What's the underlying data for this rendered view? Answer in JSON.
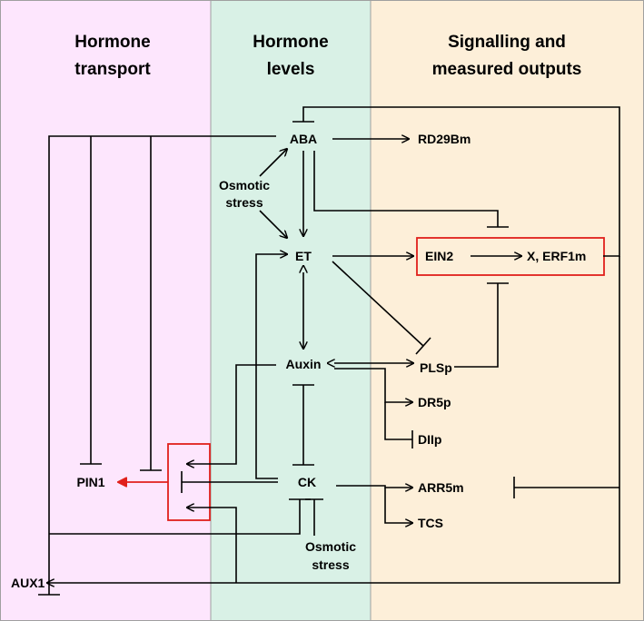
{
  "columns": [
    {
      "title_lines": [
        "Hormone",
        "transport"
      ],
      "color": "#fde6fd"
    },
    {
      "title_lines": [
        "Hormone",
        "levels"
      ],
      "color": "#d9f1e6"
    },
    {
      "title_lines": [
        "Signalling and",
        "measured outputs"
      ],
      "color": "#fdefd9"
    }
  ],
  "nodes": {
    "aba": "ABA",
    "rd29bm": "RD29Bm",
    "osmotic_top_1": "Osmotic",
    "osmotic_top_2": "stress",
    "et": "ET",
    "ein2": "EIN2",
    "x_erf1m": "X, ERF1m",
    "auxin": "Auxin",
    "plsp": "PLSp",
    "dr5p": "DR5p",
    "diip": "DIIp",
    "pin1": "PIN1",
    "ck": "CK",
    "arr5m": "ARR5m",
    "tcs": "TCS",
    "osmotic_bottom_1": "Osmotic",
    "osmotic_bottom_2": "stress",
    "aux1": "AUX1"
  },
  "colors": {
    "border": "#a0a0a0",
    "lines": "#000000",
    "highlight": "#e0201b"
  }
}
